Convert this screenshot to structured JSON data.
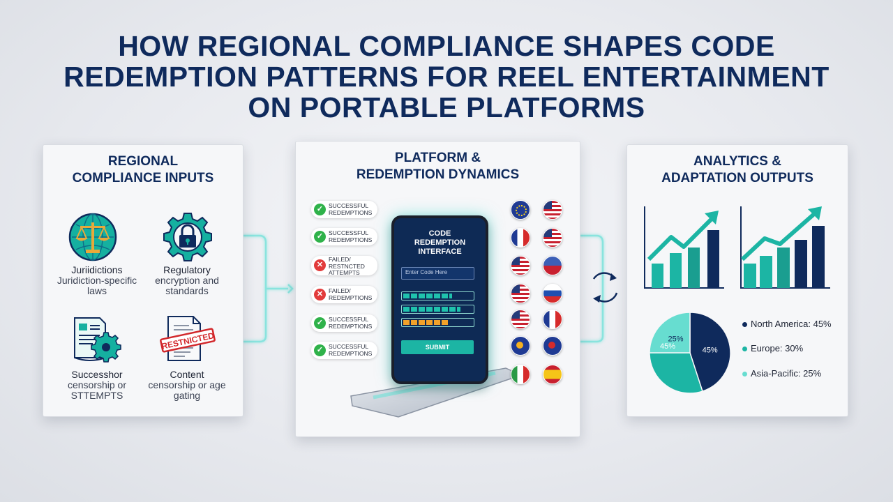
{
  "title": "HOW REGIONAL COMPLIANCE SHAPES CODE REDEMPTION PATTERNS FOR REEL ENTERTAINMENT ON PORTABLE PLATFORMS",
  "left_panel": {
    "title_lines": [
      "REGIONAL",
      "COMPLIANCE INPUTS"
    ],
    "items": [
      {
        "name": "Juriidictions",
        "desc": "Juridiction-specific laws"
      },
      {
        "name": "Regulatory",
        "desc": "encryption and standards"
      },
      {
        "name": "Successhor",
        "desc": "censorship or STTEMPTS"
      },
      {
        "name": "Content",
        "desc": "censorship or age gating"
      }
    ],
    "stamp_text": "RESTNICTED"
  },
  "middle_panel": {
    "title_lines": [
      "PLATFORM &",
      "REDEMPTION DYNAMICS"
    ],
    "statuses": [
      {
        "status": "ok",
        "text": "SUCCESSFUL REDEMPTIONS"
      },
      {
        "status": "ok",
        "text": "SUCCESSFUL REDEMPTIONS"
      },
      {
        "status": "bad",
        "text": "FAILED/ RESTNCTED ATTEMPTS"
      },
      {
        "status": "bad",
        "text": "FAILED/ REDEMPTIONS"
      },
      {
        "status": "ok",
        "text": "SUCCESSFUL REDEMPTIONS"
      },
      {
        "status": "ok",
        "text": "SUCCESSFUL REDEMPTIONS"
      }
    ],
    "phone": {
      "title_lines": [
        "CODE",
        "REDEMPTION",
        "INTERFACE"
      ],
      "input_placeholder": "Enter Code Here",
      "submit_label": "SUBMIT"
    },
    "status_colors": {
      "ok": "#2fb24a",
      "bad": "#e23b3b"
    }
  },
  "right_panel": {
    "title_lines": [
      "ANALYTICS &",
      "ADAPTATION OUTPUTS"
    ],
    "pie": [
      {
        "label": "North America: 45%",
        "value": 45,
        "text": "45%",
        "color": "#0f2a5c"
      },
      {
        "label": "Europe: 30%",
        "value": 30,
        "text": "",
        "color": "#1cb5a4"
      },
      {
        "label": "Asia-Pacific: 25%",
        "value": 25,
        "text": "25%",
        "color": "#67ddd0"
      }
    ],
    "pie_outer_label": "45%"
  }
}
